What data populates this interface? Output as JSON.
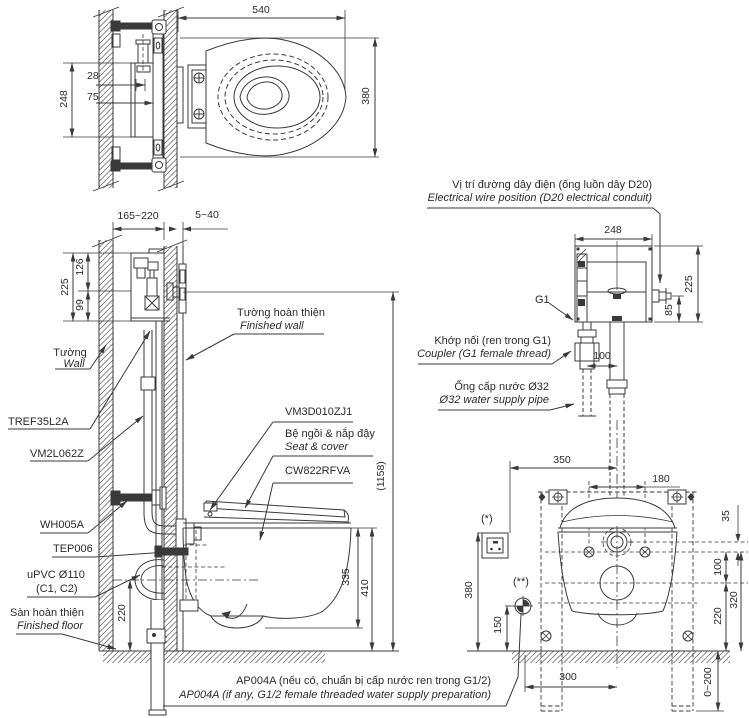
{
  "colors": {
    "line": "#3a3a3a",
    "text": "#2b2b2b",
    "background": "#ffffff"
  },
  "plan": {
    "dim_top": "540",
    "dim_side": "380",
    "dim_offset_a": "28",
    "dim_offset_b": "75",
    "dim_tank": "248"
  },
  "side": {
    "dim_cavity": "165~220",
    "dim_finish": "5~40",
    "dim_tank_h": "225",
    "dim_tank_upper": "126",
    "dim_tank_lower": "99",
    "dim_drain_height": "220",
    "dim_bowl_depth": "335",
    "dim_bowl_height": "410",
    "dim_total_height": "(1158)",
    "wall_vi": "Tường",
    "wall_en": "Wall",
    "finished_wall_vi": "Tường hoàn thiện",
    "finished_wall_en": "Finished wall",
    "finished_floor_vi": "Sàn hoàn thiện",
    "finished_floor_en": "Finished floor",
    "tank_code": "TREF35L2A",
    "flush_pipe_code": "VM2L062Z",
    "bracket_code": "WH005A",
    "fitting_code": "TEP006",
    "drain_line1": "uPVC Ø110",
    "drain_line2": "(C1, C2)",
    "plate_code": "VM3D010ZJ1",
    "seat_vi": "Bệ ngồi & nắp đậy",
    "seat_en": "Seat & cover",
    "bowl_code": "CW822RFVA"
  },
  "tank": {
    "dim_width": "248",
    "dim_height": "225",
    "dim_conduit": "85",
    "dim_pipes": "100",
    "thread": "G1",
    "electric_vi": "Vị trí đường dây điện (ống luồn dây D20)",
    "electric_en": "Electrical wire position (D20 electrical conduit)",
    "coupler_vi": "Khớp nối (ren trong G1)",
    "coupler_en": "Coupler (G1 female thread)",
    "supply_vi": "Ống cấp nước Ø32",
    "supply_en": "Ø32 water supply pipe"
  },
  "front": {
    "dim_outlet_offset": "350",
    "dim_bolts": "180",
    "dim_rim": "35",
    "dim_inlet": "100",
    "dim_bolt_height": "320",
    "dim_drain": "220",
    "dim_outlet_height": "380",
    "dim_supply_height": "150",
    "dim_drain_offset": "300",
    "dim_floor_range": "0~200",
    "marker_outlet": "(*)",
    "marker_supply": "(**)",
    "note_vi": "AP004A (nếu có, chuẩn bị cấp nước ren trong G1/2)",
    "note_en": "AP004A (if any, G1/2 female threaded water supply preparation)"
  }
}
